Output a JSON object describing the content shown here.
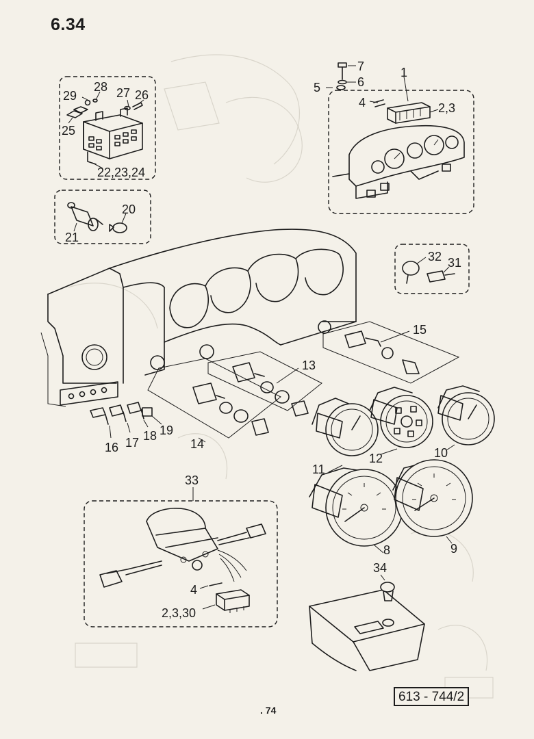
{
  "header": {
    "section": "6.34"
  },
  "footer": {
    "page": ". 74",
    "drawing_ref": "613 - 744/2"
  },
  "callouts": {
    "c1": "1",
    "c23a": "2,3",
    "c4a": "4",
    "c5": "5",
    "c6": "6",
    "c7": "7",
    "c8": "8",
    "c9": "9",
    "c10": "10",
    "c11": "11",
    "c12": "12",
    "c13": "13",
    "c14": "14",
    "c15": "15",
    "c16": "16",
    "c17": "17",
    "c18": "18",
    "c19": "19",
    "c20": "20",
    "c21": "21",
    "c222324": "22,23,24",
    "c25": "25",
    "c26": "26",
    "c27": "27",
    "c28": "28",
    "c29": "29",
    "c31": "31",
    "c32": "32",
    "c33": "33",
    "c4b": "4",
    "c2330": "2,3,30",
    "c34": "34"
  }
}
